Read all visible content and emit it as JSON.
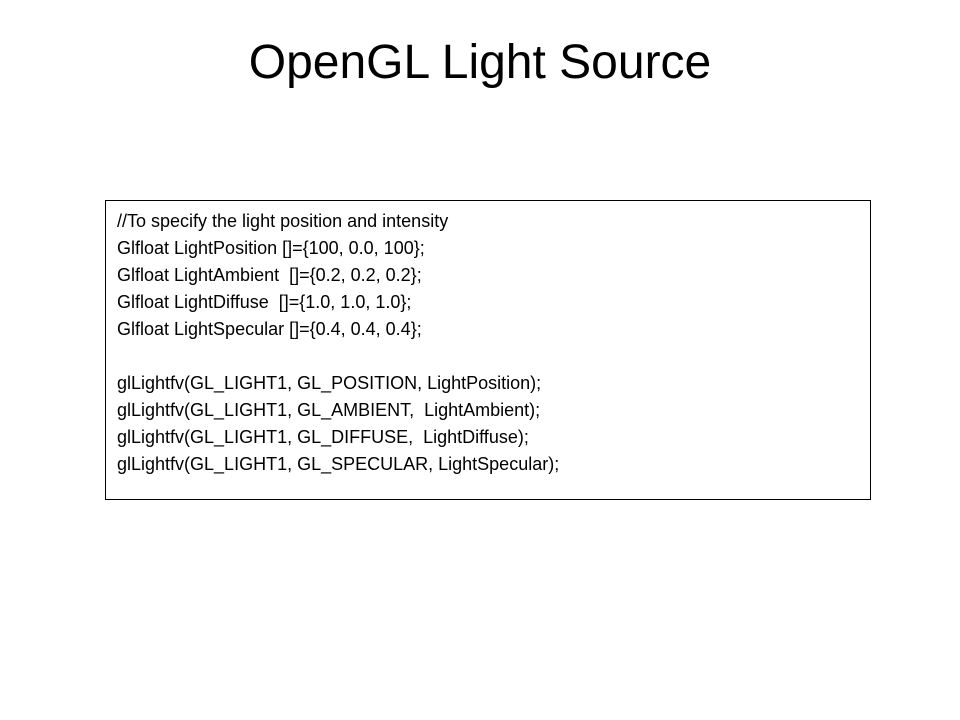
{
  "slide": {
    "title": "OpenGL Light Source"
  },
  "code_block": {
    "declarations": [
      "//To specify the light position and intensity",
      "Glfloat LightPosition []={100, 0.0, 100};",
      "Glfloat LightAmbient  []={0.2, 0.2, 0.2};",
      "Glfloat LightDiffuse  []={1.0, 1.0, 1.0};",
      "Glfloat LightSpecular []={0.4, 0.4, 0.4};"
    ],
    "calls": [
      "glLightfv(GL_LIGHT1, GL_POSITION, LightPosition);",
      "glLightfv(GL_LIGHT1, GL_AMBIENT,  LightAmbient);",
      "glLightfv(GL_LIGHT1, GL_DIFFUSE,  LightDiffuse);",
      "glLightfv(GL_LIGHT1, GL_SPECULAR, LightSpecular);"
    ]
  }
}
